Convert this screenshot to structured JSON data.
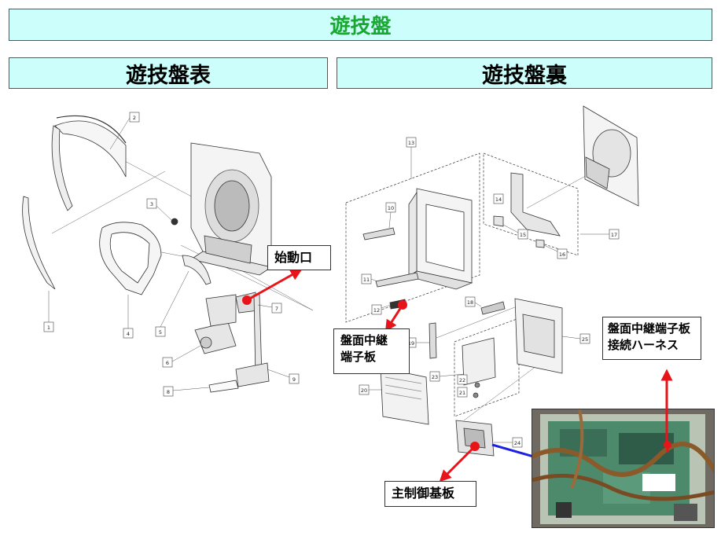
{
  "title": "遊技盤",
  "sections": {
    "front": "遊技盤表",
    "back": "遊技盤裏"
  },
  "callouts": {
    "start_port": "始動口",
    "relay_board_line1": "盤面中継",
    "relay_board_line2": "端子板",
    "harness_line1": "盤面中継端子板",
    "harness_line2": "接続ハーネス",
    "main_control": "主制御基板"
  },
  "part_numbers": [
    "1",
    "2",
    "3",
    "4",
    "5",
    "6",
    "7",
    "8",
    "9",
    "10",
    "11",
    "12",
    "13",
    "14",
    "15",
    "16",
    "17",
    "18",
    "19",
    "20",
    "21",
    "22",
    "23",
    "24",
    "25"
  ],
  "colors": {
    "header_fill": "#ccfffb",
    "title_text": "#18a830",
    "arrow_red": "#e8141a",
    "arrow_blue": "#1c20e0"
  }
}
